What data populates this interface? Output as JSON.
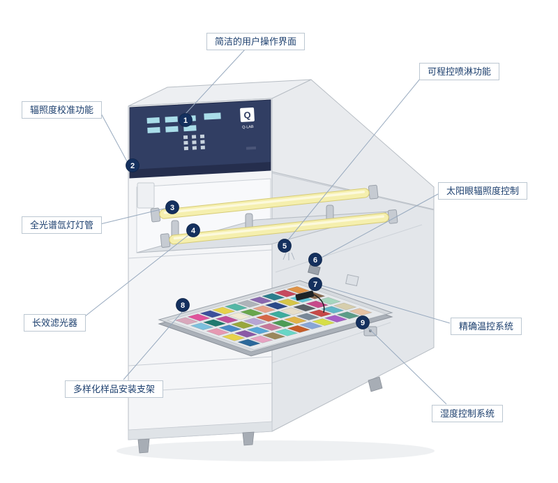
{
  "diagram": {
    "brand": {
      "letter": "Q",
      "name": "Q-LAB"
    },
    "callouts": [
      {
        "num": "1",
        "text": "简洁的用户操作界面"
      },
      {
        "num": "2",
        "text": "辐照度校准功能"
      },
      {
        "num": "3",
        "text": "全光谱氙灯灯管"
      },
      {
        "num": "4",
        "text": "长效滤光器"
      },
      {
        "num": "5",
        "text": "可程控喷淋功能"
      },
      {
        "num": "6",
        "text": "太阳眼辐照度控制"
      },
      {
        "num": "7",
        "text": "精确温控系统"
      },
      {
        "num": "8",
        "text": "多样化样品安装支架"
      },
      {
        "num": "9",
        "text": "湿度控制系统"
      }
    ],
    "colors": {
      "marker": "#14305e",
      "label_border": "#bcc7d1",
      "label_text": "#1c3f6e",
      "connector": "#97a9be",
      "panel": "#313e63",
      "lamp": "#f5efae",
      "cabinet": "#f4f5f7"
    },
    "sample_tray": {
      "rows": 5,
      "cols": 10,
      "colors": [
        "#d9a8bc",
        "#e0549c",
        "#3c4f9b",
        "#e6d24c",
        "#55b7a6",
        "#aeb3b9",
        "#8a67af",
        "#2b7e8d",
        "#c6495e",
        "#df9347",
        "#7cc1de",
        "#20796f",
        "#c04f9a",
        "#f0ead5",
        "#68a64d",
        "#e6a28a",
        "#2b4a89",
        "#d6c648",
        "#60c6d6",
        "#88684d",
        "#e699b2",
        "#4889c5",
        "#98a73e",
        "#b7a5d4",
        "#d66848",
        "#3dac9d",
        "#e6decb",
        "#596066",
        "#c6498a",
        "#a6d6be",
        "#e6d24c",
        "#8a59a6",
        "#56a6d6",
        "#c6789a",
        "#4d9c56",
        "#e0b448",
        "#788898",
        "#c64848",
        "#60b6c6",
        "#d6cead",
        "#2b689a",
        "#e6a3c2",
        "#9a885d",
        "#68d6c6",
        "#c65d28",
        "#88a6d6",
        "#d6de48",
        "#a65dc6",
        "#5d9c88",
        "#e6c2a3"
      ]
    }
  }
}
